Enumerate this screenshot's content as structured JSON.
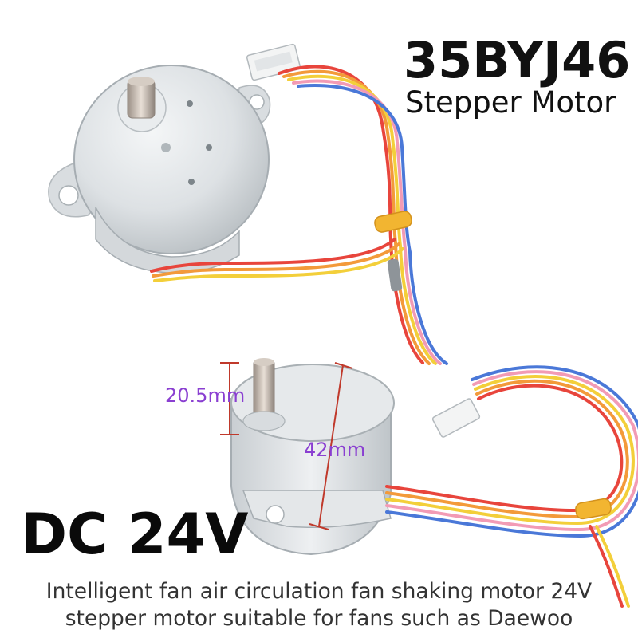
{
  "product": {
    "model": "35BYJ46",
    "type_label": "Stepper Motor",
    "voltage": "DC 24V",
    "description_line_1": "Intelligent fan air circulation fan shaking motor 24V",
    "description_line_2": "stepper motor suitable for fans such as Daewoo"
  },
  "dimensions": {
    "shaft_length": "20.5mm",
    "body_diameter": "42mm"
  },
  "colors": {
    "dimension_text": "#8a3fd1",
    "dimension_lines": "#c0392b",
    "title_text": "#111111",
    "motor_housing": "#dfe3e6",
    "wire_red": "#e8453c",
    "wire_orange": "#f39a3a",
    "wire_yellow": "#f3cf3a",
    "wire_pink": "#f29bb5",
    "wire_blue": "#4a78d8",
    "tie_band": "#f2b531"
  }
}
